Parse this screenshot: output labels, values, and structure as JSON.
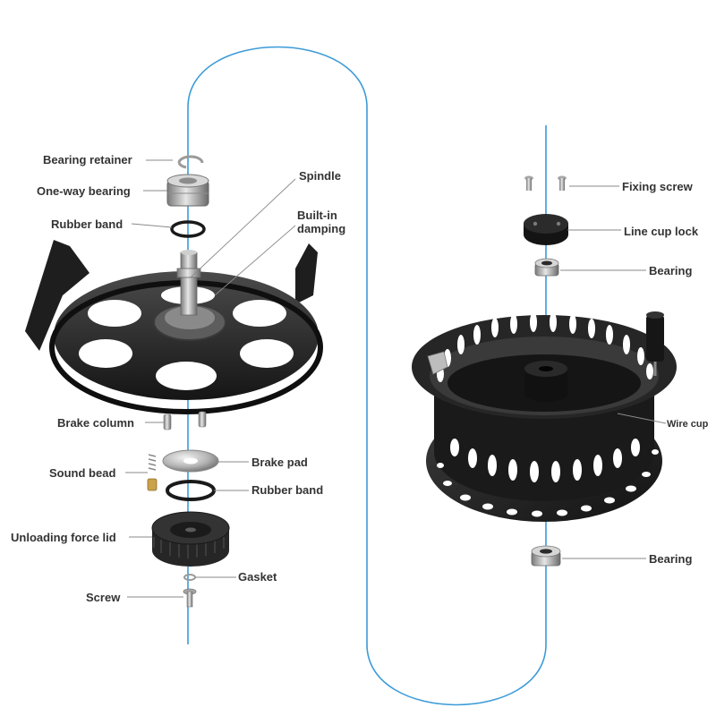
{
  "colors": {
    "line": "#3b9bd8",
    "leader": "#8a8a8a",
    "metal_dark": "#262626",
    "metal_mid": "#4a4a4a",
    "steel": "#b8b8b8",
    "brass": "#c9a24a",
    "text": "#333333"
  },
  "labels": {
    "bearing_retainer": "Bearing retainer",
    "one_way_bearing": "One-way bearing",
    "rubber_band_top": "Rubber band",
    "spindle": "Spindle",
    "built_in_line1": "Built-in",
    "built_in_line2": "damping",
    "brake_column": "Brake column",
    "brake_pad": "Brake pad",
    "sound_bead": "Sound bead",
    "rubber_band_bottom": "Rubber band",
    "unloading_force_lid": "Unloading force lid",
    "gasket": "Gasket",
    "screw": "Screw",
    "fixing_screw": "Fixing screw",
    "line_cup_lock": "Line cup lock",
    "bearing_top": "Bearing",
    "wire_cup": "Wire cup",
    "bearing_bottom": "Bearing"
  }
}
